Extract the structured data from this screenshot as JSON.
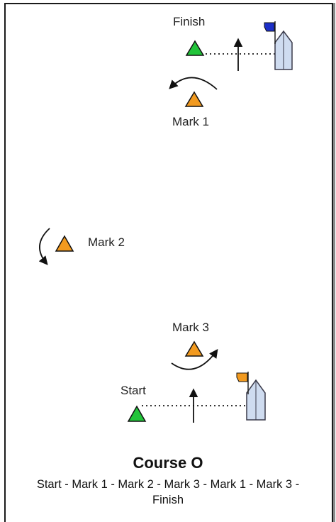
{
  "labels": {
    "finish": "Finish",
    "mark1": "Mark 1",
    "mark2": "Mark 2",
    "mark3": "Mark 3",
    "start": "Start"
  },
  "course": {
    "title": "Course O",
    "sequence": "Start - Mark 1 - Mark 2 - Mark 3 - Mark 1 - Mark 3 - Finish"
  },
  "colors": {
    "finish_pin": "#22c43a",
    "start_pin": "#22c43a",
    "mark": "#f29a1f",
    "committee_boat": "#cfdcf0",
    "finish_flag": "#1c2fc8",
    "start_flag": "#f29a1f"
  },
  "icons": [
    "green-pin-triangle-icon",
    "orange-mark-triangle-icon",
    "committee-boat-icon",
    "blue-flag-icon",
    "orange-flag-icon",
    "rounding-arrow-icon",
    "wind-arrow-icon"
  ]
}
